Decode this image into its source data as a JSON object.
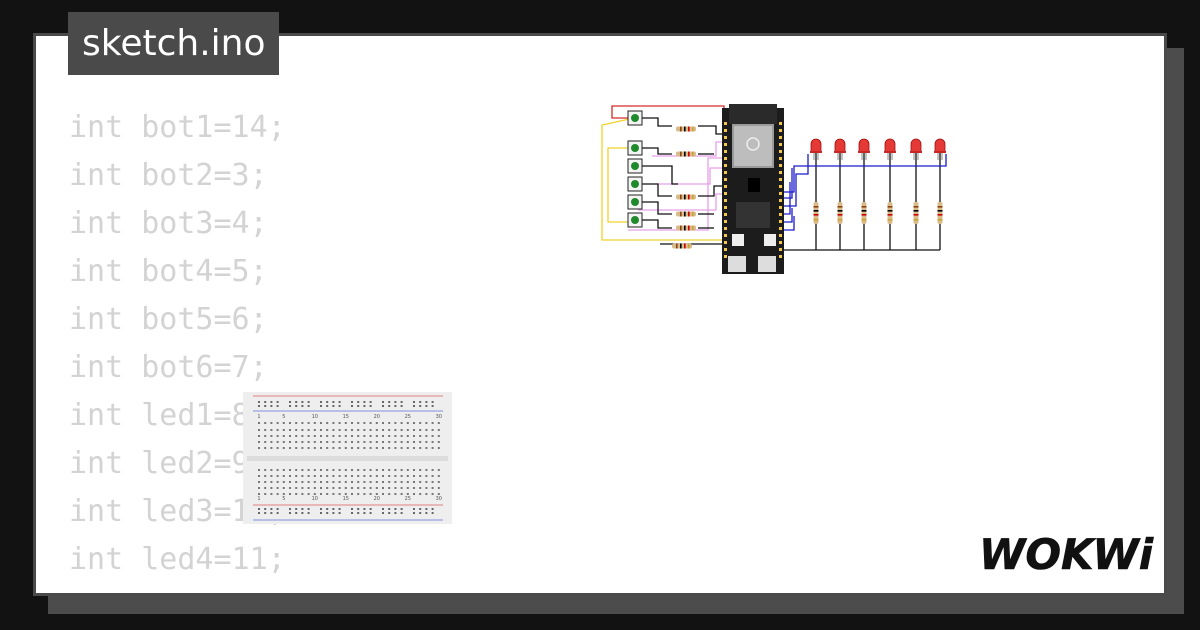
{
  "file_tab": {
    "label": "sketch.ino"
  },
  "code": {
    "lines": [
      "int bot1=14;",
      "int bot2=3;",
      "int bot3=4;",
      "int bot4=5;",
      "int bot5=6;",
      "int bot6=7;",
      "",
      "int led1=8;",
      "int led2=9;",
      "int led3=10;",
      "int led4=11;"
    ]
  },
  "breadboard": {
    "top_numbers": [
      "1",
      "5",
      "10",
      "15",
      "20",
      "25",
      "30"
    ],
    "bottom_numbers": [
      "1",
      "5",
      "10",
      "15",
      "20",
      "25",
      "30"
    ]
  },
  "logo": {
    "text": "WOKWi"
  },
  "colors": {
    "background": "#121212",
    "card_border": "#4a4a4a",
    "code_text": "#d3d3d3",
    "wire_red": "#d42a2a",
    "wire_yellow": "#f2d22a",
    "wire_pink": "#e8a0e8",
    "wire_blue": "#1a1acc",
    "wire_black": "#111111",
    "led_red": "#e53935",
    "button_green": "#1f8a2c"
  }
}
